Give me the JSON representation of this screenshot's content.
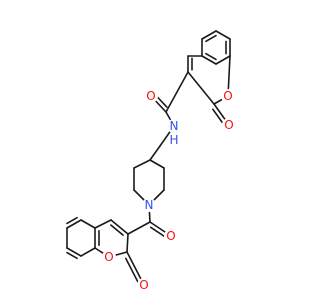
{
  "atoms": [
    {
      "id": "O_ketone_bottom",
      "label": "O",
      "color": "#ff0d0d"
    },
    {
      "id": "O_ring_bottom",
      "label": "O",
      "color": "#ff0d0d"
    },
    {
      "id": "O_oxo_bottom",
      "label": "O",
      "color": "#ff0d0d"
    },
    {
      "id": "N_piperidine",
      "label": "N",
      "color": "#3050f8"
    },
    {
      "id": "N_amide",
      "label": "N",
      "color": "#3050f8"
    },
    {
      "id": "H_amide",
      "label": "H",
      "color": "#3050f8"
    },
    {
      "id": "O_amide",
      "label": "O",
      "color": "#ff0d0d"
    },
    {
      "id": "O_oxo_top",
      "label": "O",
      "color": "#ff0d0d"
    },
    {
      "id": "O_ring_top",
      "label": "O",
      "color": "#ff0d0d"
    }
  ],
  "colors": {
    "bond": "#1a1a1a",
    "oxygen": "#ff0d0d",
    "nitrogen": "#3050f8"
  }
}
